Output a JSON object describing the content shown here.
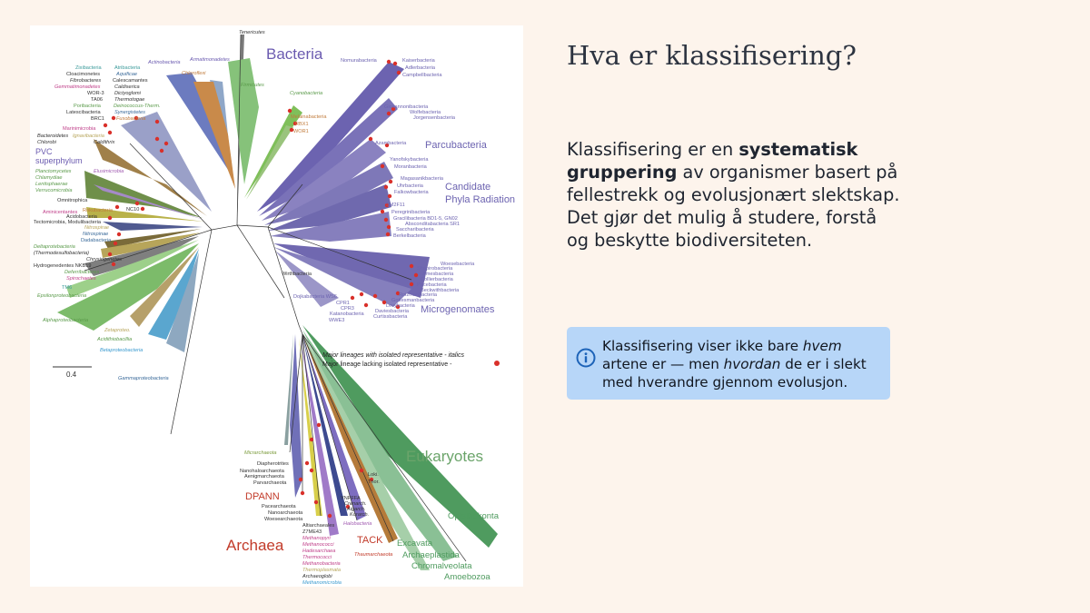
{
  "slide": {
    "title": "Hva er klassifisering?",
    "body": {
      "part1": "Klassifisering er en ",
      "bold": "systematisk gruppering",
      "part2": " av organismer basert på fellestrekk og evolusjonært slektskap. Det gjør det mulig å studere, forstå og beskytte biodiversiteten."
    },
    "callout": {
      "icon": "info-icon",
      "part1": "Klassifisering viser ikke bare ",
      "em1": "hvem",
      "part2": " artene er — men ",
      "em2": "hvordan",
      "part3": " de er i slekt med hverandre gjennom evolusjon."
    }
  },
  "tree": {
    "domains": {
      "bacteria": "Bacteria",
      "eukaryotes": "Eukaryotes",
      "archaea": "Archaea",
      "parcubacteria": "Parcubacteria",
      "cpr_line1": "Candidate",
      "cpr_line2": "Phyla Radiation",
      "microgenomates": "Microgenomates",
      "dpann": "DPANN",
      "tack": "TACK",
      "pvc_line1": "PVC",
      "pvc_line2": "superphylum"
    },
    "colors": {
      "bacteria": "#6b5bb0",
      "cpr": "#7e78b8",
      "eukaryotes": "#6ba46a",
      "archaea": "#c23b2a",
      "dot": "#d9302a"
    },
    "legend": {
      "italics": "Major lineages with isolated representative - italics",
      "dot": "Major lineage lacking isolated representative -"
    },
    "scale": "0.4",
    "labels": {
      "tenericutes": "Tenericutes",
      "actinobacteria": "Actinobacteria",
      "armatimonadetes": "Armatimonadetes",
      "chloroflexi": "Chloroflexi",
      "firmicutes": "Firmicutes",
      "cyanobacteria": "Cyanobacteria",
      "melainabacteria": "Melainabacteria",
      "rbx1": "RBX1",
      "wor1": "WOR1",
      "zixibacteria": "Zixibacteria",
      "cloacimonetes": "Cloacimonetes",
      "fibrobacteres": "Fibrobacteres",
      "gemmatimonadetes": "Gemmatimonadetes",
      "wor3": "WOR-3",
      "ta06": "TA06",
      "poribacteria": "Poribacteria",
      "latescibacteria": "Latescibacteria",
      "brc1": "BRC1",
      "atribacteria": "Atribacteria",
      "aquificae": "Aquificae",
      "calescamantes": "Calescamantes",
      "caldiserica": "Caldiserica",
      "dictyoglomi": "Dictyoglomi",
      "thermotogae": "Thermotogae",
      "deinococcus": "Deinococcus-Therm.",
      "synergistetes": "Synergistetes",
      "fusobacteria": "Fusobacteria",
      "marinimicrobia": "Marinimicrobia",
      "bacteroidetes": "Bacteroidetes",
      "chlorobi": "Chlorobi",
      "ignavibacteria": "Ignavibacteria",
      "caldithrix": "Caldithrix",
      "planctomycetes": "Planctomycetes",
      "chlamydiae": "Chlamydiae",
      "lentisphaerae": "Lentisphaerae",
      "verrucomicrobia": "Verrucomicrobia",
      "elusimicrobia": "Elusimicrobia",
      "omnitrophica": "Omnitrophica",
      "nc10": "NC10",
      "aminicentantes": "Aminicentantes",
      "rokubacteria": "Rokubacteria",
      "acidobacteria": "Acidobacteria",
      "tectomicrobia": "Tectomicrobia, Modulibacteria",
      "nitrospirae": "Nitrospirae",
      "nitrospinae": "Nitrospinae",
      "dadabacteria": "Dadabacteria",
      "deltaproteobacteria": "Deltaprotebacteria",
      "thermodesulfo": "(Thermodesulfobacteria)",
      "chrysiogenetes": "Chrysiogenetes",
      "hydrogenedentes": "Hydrogenedentes NKB19",
      "deferribacteres": "Deferribacteres",
      "spirochaetes": "Spirochaetes",
      "tm6": "TM6",
      "epsilon": "Epsilonproteobacteria",
      "alpha": "Alphaproteobacteria",
      "zetaproteo": "Zetaproteo.",
      "acidithiobacillia": "Acidithiobacillia",
      "beta": "Betaproteobacteria",
      "gamma": "Gammaproteobacteria",
      "nomurabacteria": "Nomurabacteria",
      "kaiserbacteria": "Kaiserbacteria",
      "adlerbacteria": "Adlerbacteria",
      "campbellbacteria": "Campbellbacteria",
      "giovannonibacteria": "Giovannonibacteria",
      "wolfebacteria": "Wolfebacteria",
      "jorgensenbacteria": "Jorgensenbacteria",
      "azambacteria": "Azambacteria",
      "yanofskybacteria": "Yanofskybacteria",
      "moranbacteria": "Moranbacteria",
      "magasanikbacteria": "Magasanikbacteria",
      "uhrbacteria": "Uhrbacteria",
      "falkowbacteria": "Falkowbacteria",
      "sm2f11": "SM2F11",
      "peregrinibacteria": "Peregrinibacteria",
      "gracilibacteria": "Gracilibacteria BD1-5, GN02",
      "absconditabacteria": "Absconditabacteria SR1",
      "saccharibacteria": "Saccharibacteria",
      "berkelbacteria": "Berkelbacteria",
      "wirthbacteria": "Wirthbacteria",
      "woesebacteria": "Woesebacteria",
      "shapirobacteria": "Shapirobacteria",
      "amesbacteria": "Amesbacteria",
      "collierbacteria": "Collierbacteria",
      "pacebacteria": "Pacebacteria",
      "beckwithbacteria": "Beckwithbacteria",
      "roizmanbacteria": "Roizmanbacteria",
      "gottesmanbacteria": "Gottesmanbacteria",
      "levybacteria": "Levybacteria",
      "daviesbacteria": "Daviesbacteria",
      "curtissbacteria": "Curtissbacteria",
      "dojkabacteria": "Dojkabacteria WS6",
      "cpr1": "CPR1",
      "cpr3": "CPR3",
      "katanobacteria": "Katanobacteria",
      "wwe3": "WWE3",
      "micrarchaeota": "Micrarchaeota",
      "diapherotrites": "Diapherotrites",
      "nanohaloarchaeota": "Nanohaloarchaeota",
      "aenigmarchaeota": "Aenigmarchaeota",
      "parvarchaeota": "Parvarchaeota",
      "pacearchaeota": "Pacearchaeota",
      "nanoarchaeota": "Nanoarchaeota",
      "woesearchaeota": "Woesearchaeota",
      "altiarchaeales": "Altiarchaeales",
      "z7me43": "Z7ME43",
      "methanopyri": "Methanopyri",
      "methanococci": "Methanococci",
      "hadesarchaea": "Hadesarchaea",
      "thermococci": "Thermococci",
      "methanobacteria": "Methanobacteria",
      "thermoplasmata": "Thermoplasmata",
      "archaeoglobi": "Archaeoglobi",
      "methanomicrobia": "Methanomicrobia",
      "ynpffa": "YNPFFA",
      "crenarch": "Crenarch.",
      "aigarch": "Aigarch.",
      "korarch": "Korarch.",
      "halobacteria": "Halobacteria",
      "thaumarchaeota": "Thaumarchaeota",
      "loki": "Loki.",
      "thor": "Thor.",
      "opisthokonta": "Opisthokonta",
      "excavata": "Excavata",
      "archaeplastida": "Archaeplastida",
      "chromalveolata": "Chromalveolata",
      "amoebozoa": "Amoebozoa"
    }
  }
}
